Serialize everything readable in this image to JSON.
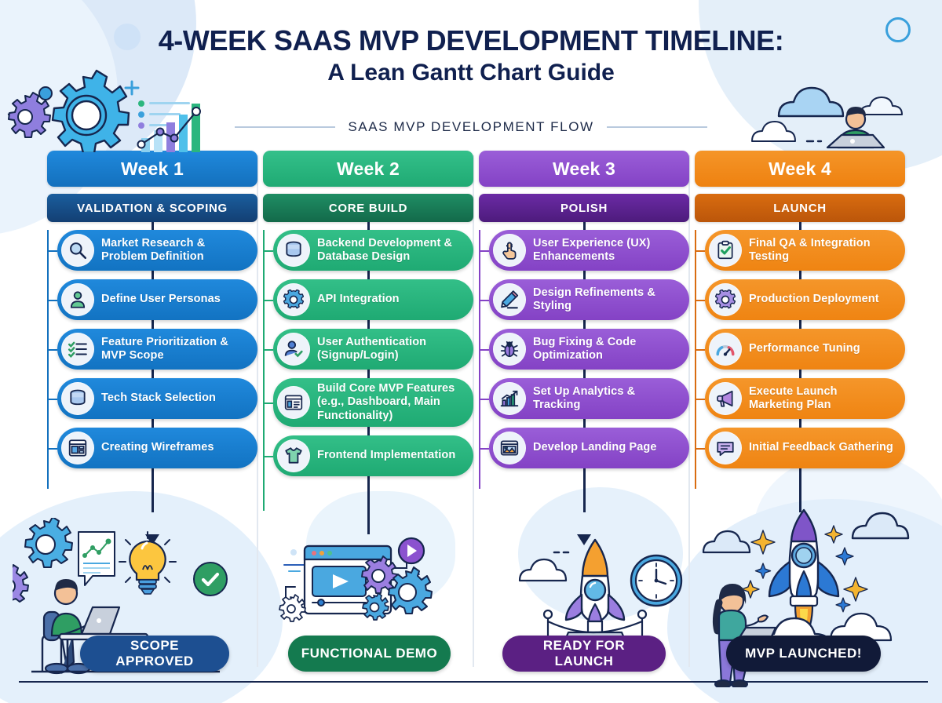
{
  "header": {
    "title_line1": "4-WEEK SAAS MVP DEVELOPMENT TIMELINE:",
    "title_line2": "A Lean Gantt Chart Guide",
    "flow_label": "SAAS MVP DEVELOPMENT FLOW"
  },
  "colors": {
    "week1": "#1a7fd4",
    "week1_dark": "#13518f",
    "week2": "#2bb67e",
    "week2_dark": "#15805a",
    "week3": "#9051cd",
    "week3_dark": "#5d1f93",
    "week4": "#f08a1c",
    "week4_dark": "#c05d0b",
    "spine": "#16264e",
    "title": "#10204f",
    "milestone1": "#1d4f91",
    "milestone2": "#147a4f",
    "milestone3": "#5b2083",
    "milestone4": "#111a38"
  },
  "columns": [
    {
      "week_label": "Week 1",
      "phase_label": "VALIDATION & SCOPING",
      "milestone": "SCOPE APPROVED",
      "tasks": [
        {
          "label": "Market Research & Problem Definition",
          "icon": "magnifier-icon"
        },
        {
          "label": "Define User Personas",
          "icon": "user-icon"
        },
        {
          "label": "Feature Prioritization & MVP Scope",
          "icon": "checklist-icon"
        },
        {
          "label": "Tech Stack Selection",
          "icon": "database-icon"
        },
        {
          "label": "Creating Wireframes",
          "icon": "wireframe-icon"
        }
      ]
    },
    {
      "week_label": "Week 2",
      "phase_label": "CORE BUILD",
      "milestone": "FUNCTIONAL DEMO",
      "tasks": [
        {
          "label": "Backend Development & Database Design",
          "icon": "database-icon"
        },
        {
          "label": "API Integration",
          "icon": "gear-icon"
        },
        {
          "label": "User Authentication (Signup/Login)",
          "icon": "user-check-icon"
        },
        {
          "label": "Build Core MVP Features (e.g., Dashboard, Main Functionality)",
          "icon": "dashboard-icon"
        },
        {
          "label": "Frontend Implementation",
          "icon": "tshirt-icon"
        }
      ]
    },
    {
      "week_label": "Week 3",
      "phase_label": "POLISH",
      "milestone": "READY FOR LAUNCH",
      "tasks": [
        {
          "label": "User Experience (UX) Enhancements",
          "icon": "tap-hand-icon"
        },
        {
          "label": "Design Refinements & Styling",
          "icon": "pencil-icon"
        },
        {
          "label": "Bug Fixing & Code Optimization",
          "icon": "bug-icon"
        },
        {
          "label": "Set Up Analytics & Tracking",
          "icon": "analytics-icon"
        },
        {
          "label": "Develop Landing Page",
          "icon": "landing-page-icon"
        }
      ]
    },
    {
      "week_label": "Week 4",
      "phase_label": "LAUNCH",
      "milestone": "MVP LAUNCHED!",
      "tasks": [
        {
          "label": "Final QA & Integration Testing",
          "icon": "clipboard-check-icon"
        },
        {
          "label": "Production Deployment",
          "icon": "gear-icon"
        },
        {
          "label": "Performance Tuning",
          "icon": "gauge-icon"
        },
        {
          "label": "Execute Launch Marketing Plan",
          "icon": "megaphone-icon"
        },
        {
          "label": "Initial Feedback Gathering",
          "icon": "chat-bubble-icon"
        }
      ]
    }
  ]
}
